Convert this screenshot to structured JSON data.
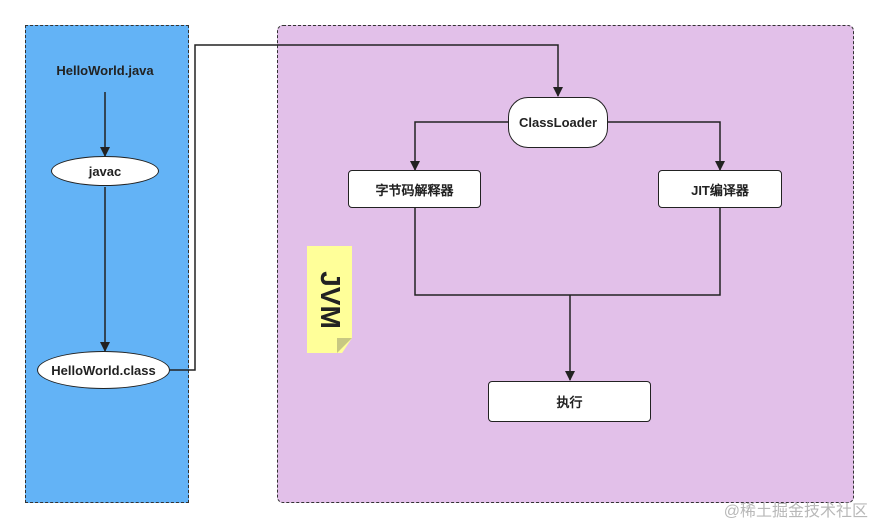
{
  "source": {
    "file_label": "HelloWorld.java",
    "compiler_label": "javac",
    "class_label": "HelloWorld.class"
  },
  "jvm": {
    "note_label": "JVM",
    "classloader_label": "ClassLoader",
    "interpreter_label": "字节码解释器",
    "jit_label": "JIT编译器",
    "execute_label": "执行"
  },
  "watermark": "@稀土掘金技术社区",
  "colors": {
    "left_panel": "#63b3f6",
    "right_panel": "#e2c0e9",
    "note": "#ffff99",
    "stroke": "#222222"
  }
}
